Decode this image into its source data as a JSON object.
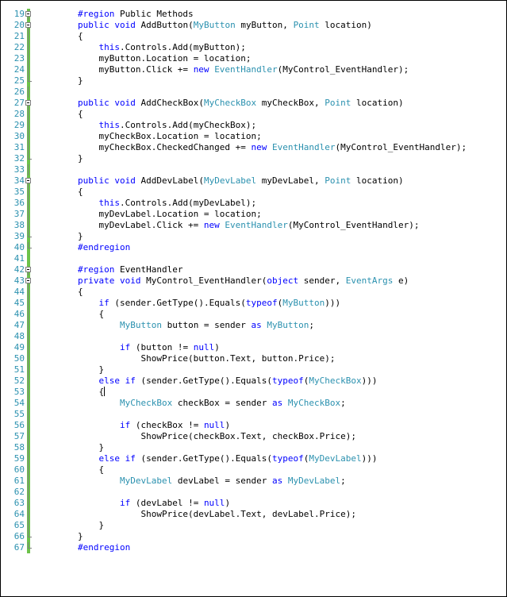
{
  "colors": {
    "keyword": "#0000ff",
    "type": "#2b91af",
    "plain": "#000000",
    "line_number": "#2b91af",
    "changed_bar": "#6cc24a",
    "background": "#ffffff"
  },
  "editor": {
    "lines": [
      {
        "n": "19",
        "fold": "open",
        "bar": true,
        "tokens": [
          {
            "t": "        "
          },
          {
            "t": "#region",
            "k": "kw"
          },
          {
            "t": " Public Methods"
          }
        ]
      },
      {
        "n": "20",
        "fold": "open",
        "bar": true,
        "tokens": [
          {
            "t": "        "
          },
          {
            "t": "public",
            "k": "kw"
          },
          {
            "t": " "
          },
          {
            "t": "void",
            "k": "kw"
          },
          {
            "t": " AddButton("
          },
          {
            "t": "MyButton",
            "k": "ty"
          },
          {
            "t": " myButton, "
          },
          {
            "t": "Point",
            "k": "ty"
          },
          {
            "t": " location)"
          }
        ]
      },
      {
        "n": "21",
        "fold": "line",
        "bar": true,
        "tokens": [
          {
            "t": "        {"
          }
        ]
      },
      {
        "n": "22",
        "fold": "line",
        "bar": true,
        "tokens": [
          {
            "t": "            "
          },
          {
            "t": "this",
            "k": "kw"
          },
          {
            "t": ".Controls.Add(myButton);"
          }
        ]
      },
      {
        "n": "23",
        "fold": "line",
        "bar": true,
        "tokens": [
          {
            "t": "            myButton.Location = location;"
          }
        ]
      },
      {
        "n": "24",
        "fold": "line",
        "bar": true,
        "tokens": [
          {
            "t": "            myButton.Click += "
          },
          {
            "t": "new",
            "k": "kw"
          },
          {
            "t": " "
          },
          {
            "t": "EventHandler",
            "k": "ty"
          },
          {
            "t": "(MyControl_EventHandler);"
          }
        ]
      },
      {
        "n": "25",
        "fold": "end",
        "bar": true,
        "tokens": [
          {
            "t": "        }"
          }
        ]
      },
      {
        "n": "26",
        "fold": "line",
        "bar": true,
        "tokens": [
          {
            "t": ""
          }
        ]
      },
      {
        "n": "27",
        "fold": "open",
        "bar": true,
        "tokens": [
          {
            "t": "        "
          },
          {
            "t": "public",
            "k": "kw"
          },
          {
            "t": " "
          },
          {
            "t": "void",
            "k": "kw"
          },
          {
            "t": " AddCheckBox("
          },
          {
            "t": "MyCheckBox",
            "k": "ty"
          },
          {
            "t": " myCheckBox, "
          },
          {
            "t": "Point",
            "k": "ty"
          },
          {
            "t": " location)"
          }
        ]
      },
      {
        "n": "28",
        "fold": "line",
        "bar": true,
        "tokens": [
          {
            "t": "        {"
          }
        ]
      },
      {
        "n": "29",
        "fold": "line",
        "bar": true,
        "tokens": [
          {
            "t": "            "
          },
          {
            "t": "this",
            "k": "kw"
          },
          {
            "t": ".Controls.Add(myCheckBox);"
          }
        ]
      },
      {
        "n": "30",
        "fold": "line",
        "bar": true,
        "tokens": [
          {
            "t": "            myCheckBox.Location = location;"
          }
        ]
      },
      {
        "n": "31",
        "fold": "line",
        "bar": true,
        "tokens": [
          {
            "t": "            myCheckBox.CheckedChanged += "
          },
          {
            "t": "new",
            "k": "kw"
          },
          {
            "t": " "
          },
          {
            "t": "EventHandler",
            "k": "ty"
          },
          {
            "t": "(MyControl_EventHandler);"
          }
        ]
      },
      {
        "n": "32",
        "fold": "end",
        "bar": true,
        "tokens": [
          {
            "t": "        }"
          }
        ]
      },
      {
        "n": "33",
        "fold": "line",
        "bar": true,
        "tokens": [
          {
            "t": ""
          }
        ]
      },
      {
        "n": "34",
        "fold": "open",
        "bar": true,
        "tokens": [
          {
            "t": "        "
          },
          {
            "t": "public",
            "k": "kw"
          },
          {
            "t": " "
          },
          {
            "t": "void",
            "k": "kw"
          },
          {
            "t": " AddDevLabel("
          },
          {
            "t": "MyDevLabel",
            "k": "ty"
          },
          {
            "t": " myDevLabel, "
          },
          {
            "t": "Point",
            "k": "ty"
          },
          {
            "t": " location)"
          }
        ]
      },
      {
        "n": "35",
        "fold": "line",
        "bar": true,
        "tokens": [
          {
            "t": "        {"
          }
        ]
      },
      {
        "n": "36",
        "fold": "line",
        "bar": true,
        "tokens": [
          {
            "t": "            "
          },
          {
            "t": "this",
            "k": "kw"
          },
          {
            "t": ".Controls.Add(myDevLabel);"
          }
        ]
      },
      {
        "n": "37",
        "fold": "line",
        "bar": true,
        "tokens": [
          {
            "t": "            myDevLabel.Location = location;"
          }
        ]
      },
      {
        "n": "38",
        "fold": "line",
        "bar": true,
        "tokens": [
          {
            "t": "            myDevLabel.Click += "
          },
          {
            "t": "new",
            "k": "kw"
          },
          {
            "t": " "
          },
          {
            "t": "EventHandler",
            "k": "ty"
          },
          {
            "t": "(MyControl_EventHandler);"
          }
        ]
      },
      {
        "n": "39",
        "fold": "end",
        "bar": true,
        "tokens": [
          {
            "t": "        }"
          }
        ]
      },
      {
        "n": "40",
        "fold": "end",
        "bar": true,
        "tokens": [
          {
            "t": "        "
          },
          {
            "t": "#endregion",
            "k": "kw"
          }
        ]
      },
      {
        "n": "41",
        "fold": "none",
        "bar": true,
        "tokens": [
          {
            "t": ""
          }
        ]
      },
      {
        "n": "42",
        "fold": "open",
        "bar": true,
        "tokens": [
          {
            "t": "        "
          },
          {
            "t": "#region",
            "k": "kw"
          },
          {
            "t": " EventHandler"
          }
        ]
      },
      {
        "n": "43",
        "fold": "open",
        "bar": true,
        "tokens": [
          {
            "t": "        "
          },
          {
            "t": "private",
            "k": "kw"
          },
          {
            "t": " "
          },
          {
            "t": "void",
            "k": "kw"
          },
          {
            "t": " MyControl_EventHandler("
          },
          {
            "t": "object",
            "k": "kw"
          },
          {
            "t": " sender, "
          },
          {
            "t": "EventArgs",
            "k": "ty"
          },
          {
            "t": " e)"
          }
        ]
      },
      {
        "n": "44",
        "fold": "line",
        "bar": true,
        "tokens": [
          {
            "t": "        {"
          }
        ]
      },
      {
        "n": "45",
        "fold": "line",
        "bar": true,
        "tokens": [
          {
            "t": "            "
          },
          {
            "t": "if",
            "k": "kw"
          },
          {
            "t": " (sender.GetType().Equals("
          },
          {
            "t": "typeof",
            "k": "kw"
          },
          {
            "t": "("
          },
          {
            "t": "MyButton",
            "k": "ty"
          },
          {
            "t": ")))"
          }
        ]
      },
      {
        "n": "46",
        "fold": "line",
        "bar": true,
        "tokens": [
          {
            "t": "            {"
          }
        ]
      },
      {
        "n": "47",
        "fold": "line",
        "bar": true,
        "tokens": [
          {
            "t": "                "
          },
          {
            "t": "MyButton",
            "k": "ty"
          },
          {
            "t": " button = sender "
          },
          {
            "t": "as",
            "k": "kw"
          },
          {
            "t": " "
          },
          {
            "t": "MyButton",
            "k": "ty"
          },
          {
            "t": ";"
          }
        ]
      },
      {
        "n": "48",
        "fold": "line",
        "bar": true,
        "tokens": [
          {
            "t": ""
          }
        ]
      },
      {
        "n": "49",
        "fold": "line",
        "bar": true,
        "tokens": [
          {
            "t": "                "
          },
          {
            "t": "if",
            "k": "kw"
          },
          {
            "t": " (button != "
          },
          {
            "t": "null",
            "k": "kw"
          },
          {
            "t": ")"
          }
        ]
      },
      {
        "n": "50",
        "fold": "line",
        "bar": true,
        "tokens": [
          {
            "t": "                    ShowPrice(button.Text, button.Price);"
          }
        ]
      },
      {
        "n": "51",
        "fold": "line",
        "bar": true,
        "tokens": [
          {
            "t": "            }"
          }
        ]
      },
      {
        "n": "52",
        "fold": "line",
        "bar": true,
        "tokens": [
          {
            "t": "            "
          },
          {
            "t": "else",
            "k": "kw"
          },
          {
            "t": " "
          },
          {
            "t": "if",
            "k": "kw"
          },
          {
            "t": " (sender.GetType().Equals("
          },
          {
            "t": "typeof",
            "k": "kw"
          },
          {
            "t": "("
          },
          {
            "t": "MyCheckBox",
            "k": "ty"
          },
          {
            "t": ")))"
          }
        ]
      },
      {
        "n": "53",
        "fold": "line",
        "bar": true,
        "caret": true,
        "tokens": [
          {
            "t": "            {"
          }
        ]
      },
      {
        "n": "54",
        "fold": "line",
        "bar": true,
        "tokens": [
          {
            "t": "                "
          },
          {
            "t": "MyCheckBox",
            "k": "ty"
          },
          {
            "t": " checkBox = sender "
          },
          {
            "t": "as",
            "k": "kw"
          },
          {
            "t": " "
          },
          {
            "t": "MyCheckBox",
            "k": "ty"
          },
          {
            "t": ";"
          }
        ]
      },
      {
        "n": "55",
        "fold": "line",
        "bar": true,
        "tokens": [
          {
            "t": ""
          }
        ]
      },
      {
        "n": "56",
        "fold": "line",
        "bar": true,
        "tokens": [
          {
            "t": "                "
          },
          {
            "t": "if",
            "k": "kw"
          },
          {
            "t": " (checkBox != "
          },
          {
            "t": "null",
            "k": "kw"
          },
          {
            "t": ")"
          }
        ]
      },
      {
        "n": "57",
        "fold": "line",
        "bar": true,
        "tokens": [
          {
            "t": "                    ShowPrice(checkBox.Text, checkBox.Price);"
          }
        ]
      },
      {
        "n": "58",
        "fold": "line",
        "bar": true,
        "tokens": [
          {
            "t": "            }"
          }
        ]
      },
      {
        "n": "59",
        "fold": "line",
        "bar": true,
        "tokens": [
          {
            "t": "            "
          },
          {
            "t": "else",
            "k": "kw"
          },
          {
            "t": " "
          },
          {
            "t": "if",
            "k": "kw"
          },
          {
            "t": " (sender.GetType().Equals("
          },
          {
            "t": "typeof",
            "k": "kw"
          },
          {
            "t": "("
          },
          {
            "t": "MyDevLabel",
            "k": "ty"
          },
          {
            "t": ")))"
          }
        ]
      },
      {
        "n": "60",
        "fold": "line",
        "bar": true,
        "tokens": [
          {
            "t": "            {"
          }
        ]
      },
      {
        "n": "61",
        "fold": "line",
        "bar": true,
        "tokens": [
          {
            "t": "                "
          },
          {
            "t": "MyDevLabel",
            "k": "ty"
          },
          {
            "t": " devLabel = sender "
          },
          {
            "t": "as",
            "k": "kw"
          },
          {
            "t": " "
          },
          {
            "t": "MyDevLabel",
            "k": "ty"
          },
          {
            "t": ";"
          }
        ]
      },
      {
        "n": "62",
        "fold": "line",
        "bar": true,
        "tokens": [
          {
            "t": ""
          }
        ]
      },
      {
        "n": "63",
        "fold": "line",
        "bar": true,
        "tokens": [
          {
            "t": "                "
          },
          {
            "t": "if",
            "k": "kw"
          },
          {
            "t": " (devLabel != "
          },
          {
            "t": "null",
            "k": "kw"
          },
          {
            "t": ")"
          }
        ]
      },
      {
        "n": "64",
        "fold": "line",
        "bar": true,
        "tokens": [
          {
            "t": "                    ShowPrice(devLabel.Text, devLabel.Price);"
          }
        ]
      },
      {
        "n": "65",
        "fold": "line",
        "bar": true,
        "tokens": [
          {
            "t": "            }"
          }
        ]
      },
      {
        "n": "66",
        "fold": "end",
        "bar": true,
        "tokens": [
          {
            "t": "        }"
          }
        ]
      },
      {
        "n": "67",
        "fold": "end",
        "bar": true,
        "tokens": [
          {
            "t": "        "
          },
          {
            "t": "#endregion",
            "k": "kw"
          }
        ]
      }
    ]
  }
}
